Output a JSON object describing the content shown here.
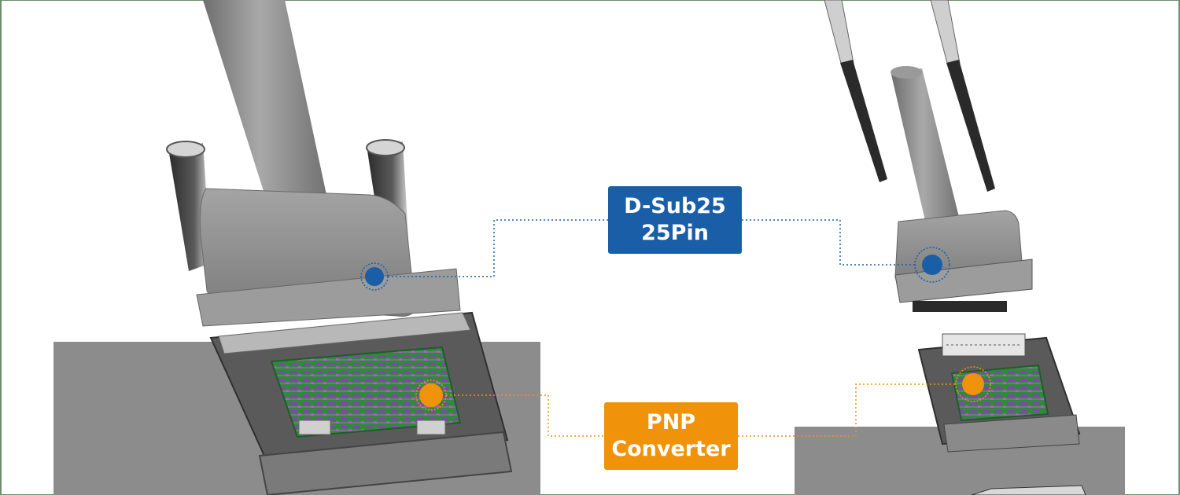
{
  "colors": {
    "frame_border": "#6c8f6c",
    "dsub_accent": "#1a5ea8",
    "pnp_accent": "#f0930a",
    "housing_gray": "#8a8a8a",
    "base_gray": "#8c8c8c",
    "pcb_green": "#2f8a3a",
    "pcb_purple": "#8a3fb8"
  },
  "callouts": {
    "dsub": {
      "line1": "D-Sub25",
      "line2": "25Pin"
    },
    "pnp": {
      "line1": "PNP",
      "line2": "Converter"
    }
  },
  "icons": {
    "dsub_marker": "blue-dot-marker",
    "pnp_marker": "orange-dot-marker"
  }
}
